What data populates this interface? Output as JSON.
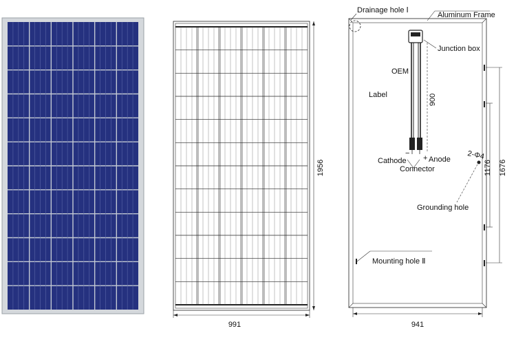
{
  "front_view": {
    "cell_columns": 6,
    "cell_rows": 12,
    "colors": {
      "frame": "#d4d8dc",
      "cell": "#25317f",
      "grid": "#c3c9d3",
      "busbar": "#5a66a8"
    }
  },
  "back_view": {
    "width_dimension": "991",
    "height_dimension": "1956"
  },
  "rear_view": {
    "labels": {
      "drainage_hole": "Drainage hole Ⅰ",
      "aluminum_frame": "Aluminum Frame",
      "junction_box": "Junction box",
      "oem": "OEM",
      "label": "Label",
      "cathode": "Cathode",
      "anode": "Anode",
      "connector": "Connector",
      "grounding_hole": "Grounding hole",
      "mounting_hole": "Mounting hole Ⅱ",
      "minus_sign": "−",
      "plus_sign": "+",
      "hole_spec": "2-Φ4"
    },
    "dimensions": {
      "cable_length": "900",
      "mounting_spacing_inner": "1176",
      "mounting_spacing_outer": "1676",
      "mounting_width": "941"
    }
  }
}
